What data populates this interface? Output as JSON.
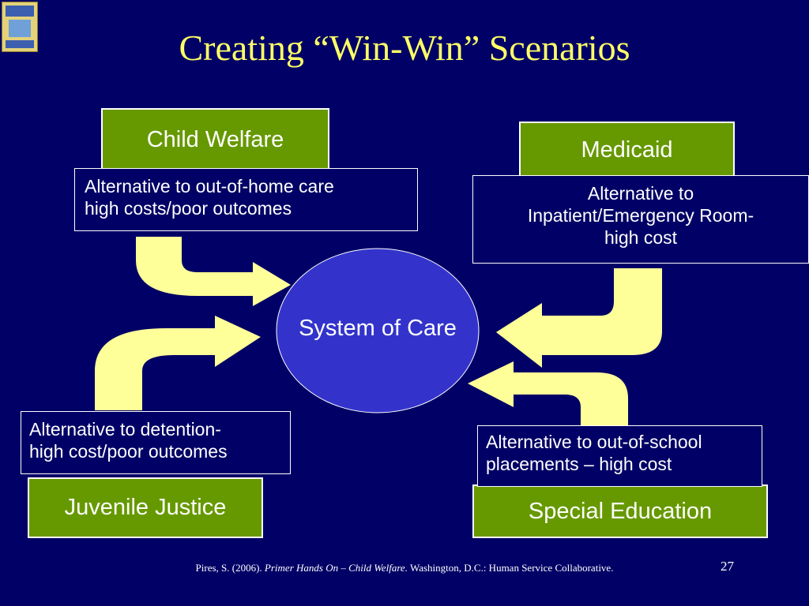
{
  "title": "Creating “Win-Win” Scenarios",
  "center": {
    "label": "System of Care"
  },
  "agencies": {
    "child_welfare": "Child Welfare",
    "medicaid": "Medicaid",
    "juvenile_justice": "Juvenile Justice",
    "special_education": "Special Education"
  },
  "notes": {
    "child_welfare": [
      "Alternative to out-of-home care",
      "high costs/poor outcomes"
    ],
    "medicaid": [
      "Alternative to",
      "Inpatient/Emergency Room-",
      "high cost"
    ],
    "juvenile_justice": [
      "Alternative to detention-",
      "high cost/poor outcomes"
    ],
    "special_education": [
      "Alternative to out-of-school",
      "placements – high cost"
    ]
  },
  "footer": {
    "author": "Pires, S. (2006). ",
    "work": "Primer Hands On – Child Welfare.",
    "publisher": " Washington, D.C.: Human Service Collaborative."
  },
  "page_number": "27",
  "colors": {
    "background": "#000066",
    "title": "#ffff66",
    "agency_box": "#669900",
    "arrow": "#ffff99",
    "ellipse": "#3333cc"
  },
  "icons": {
    "logo": "building-systems-of-care-logo"
  }
}
